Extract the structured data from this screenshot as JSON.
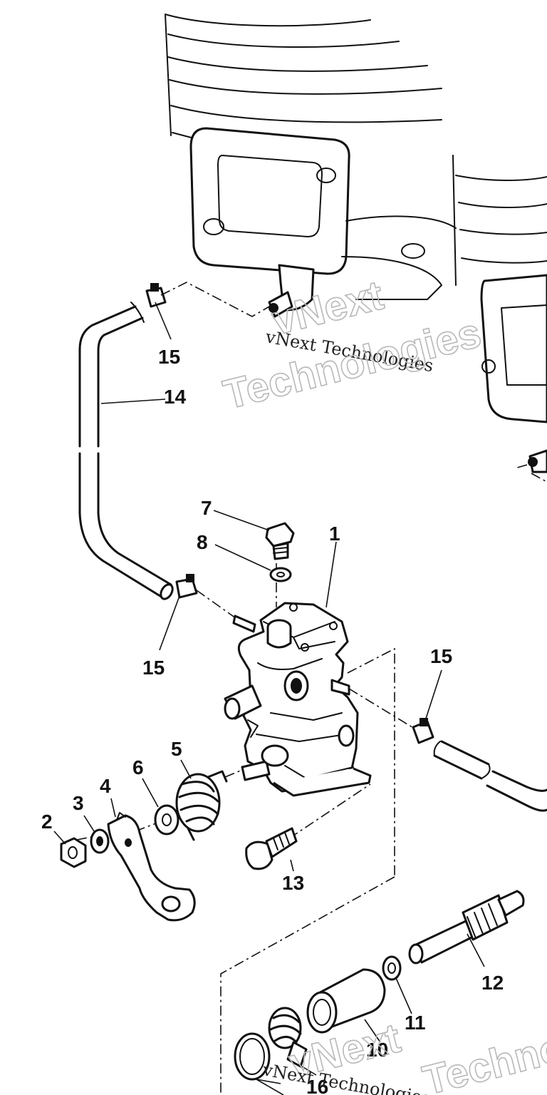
{
  "callouts": [
    {
      "id": "c1",
      "label": "1"
    },
    {
      "id": "c2",
      "label": "2"
    },
    {
      "id": "c3",
      "label": "3"
    },
    {
      "id": "c4",
      "label": "4"
    },
    {
      "id": "c5",
      "label": "5"
    },
    {
      "id": "c6",
      "label": "6"
    },
    {
      "id": "c7",
      "label": "7"
    },
    {
      "id": "c8",
      "label": "8"
    },
    {
      "id": "c10",
      "label": "10"
    },
    {
      "id": "c11",
      "label": "11"
    },
    {
      "id": "c12",
      "label": "12"
    },
    {
      "id": "c13",
      "label": "13"
    },
    {
      "id": "c14",
      "label": "14"
    },
    {
      "id": "c15a",
      "label": "15"
    },
    {
      "id": "c15b",
      "label": "15"
    },
    {
      "id": "c15c",
      "label": "15"
    },
    {
      "id": "c16",
      "label": "16"
    }
  ],
  "watermark": {
    "brand_short": "vNext",
    "brand_long": "Technologies",
    "full": "vNext Technologies"
  }
}
